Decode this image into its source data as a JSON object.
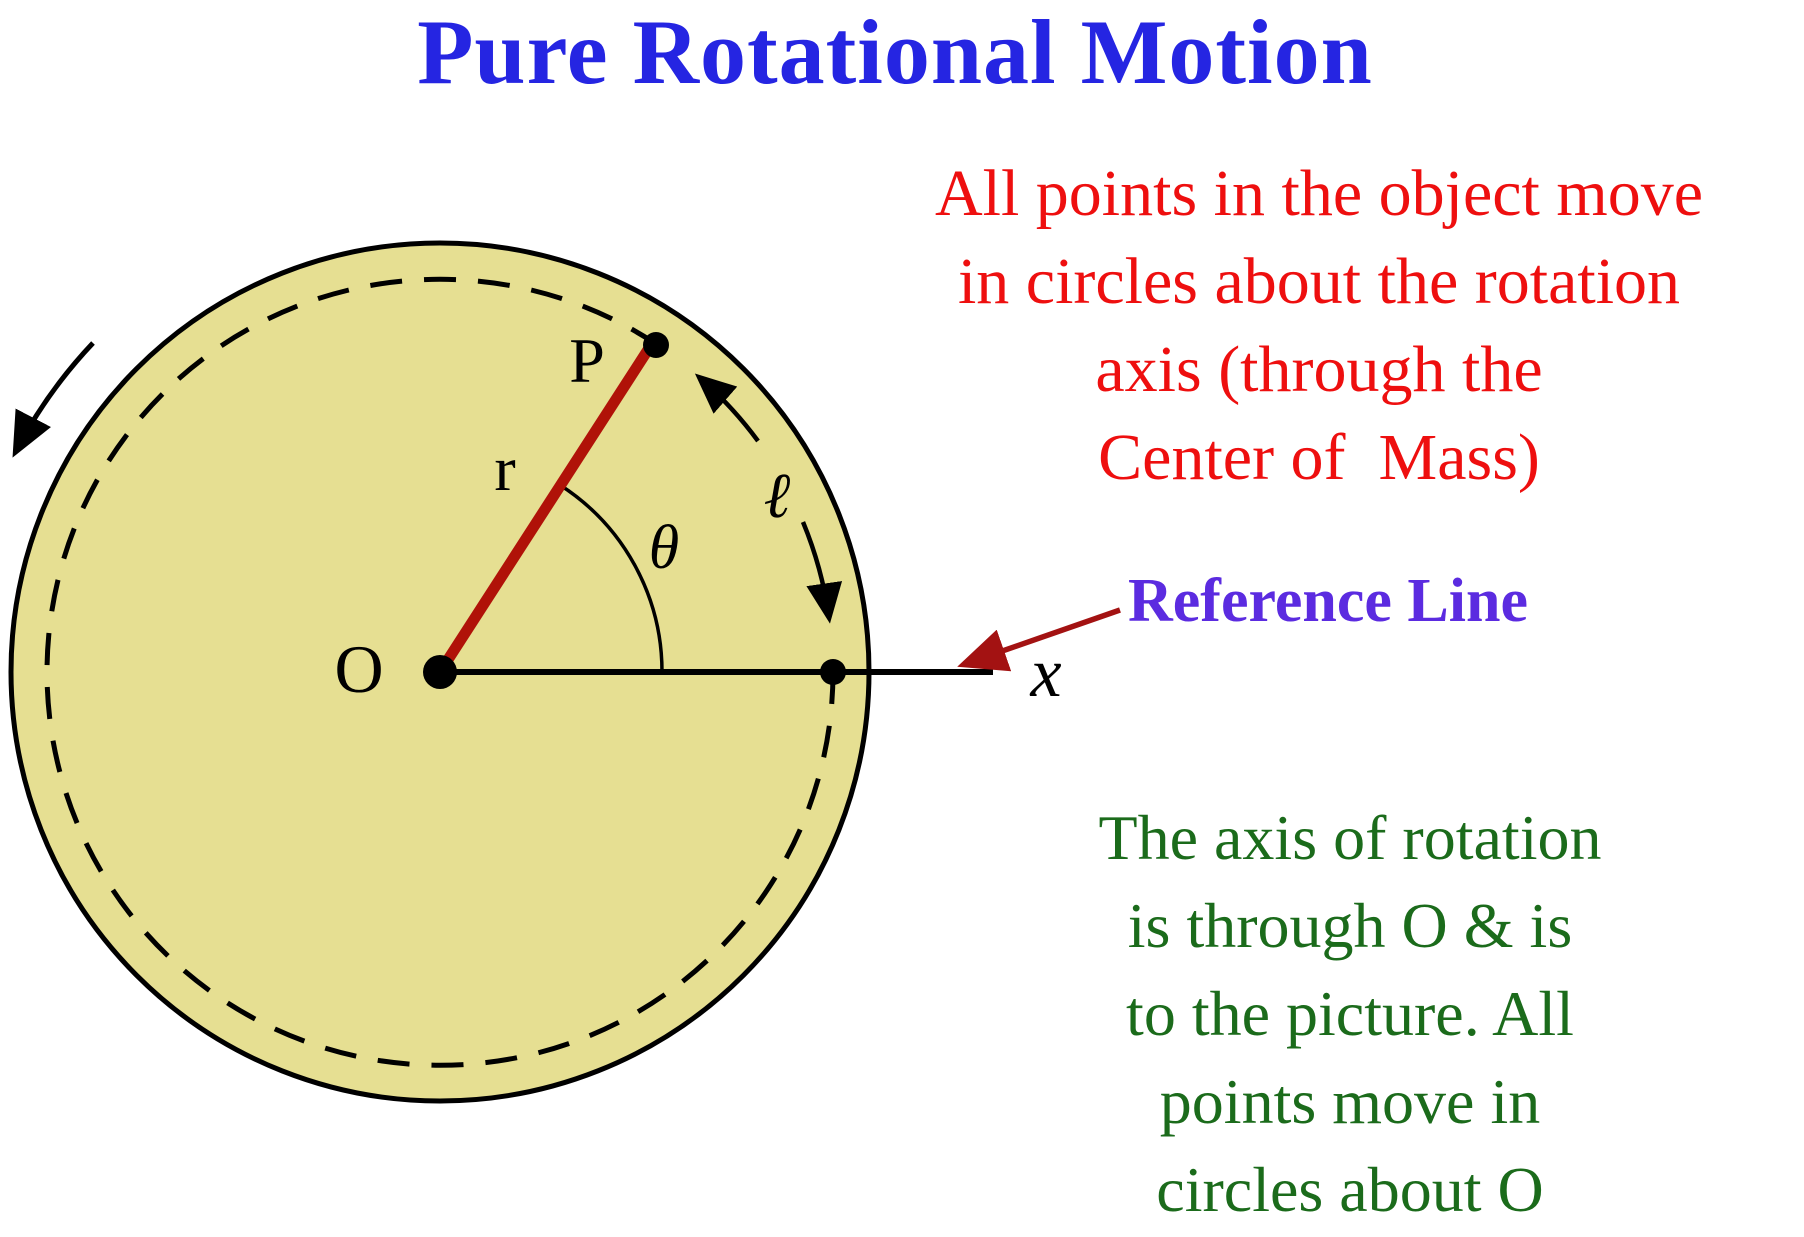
{
  "title": {
    "text": "Pure Rotational Motion",
    "color": "#2525e2"
  },
  "red_note": {
    "color": "#ee0f0f",
    "lines": [
      "All points in the object move",
      "in circles about the rotation",
      "axis (through the",
      "Center of  Mass)"
    ]
  },
  "reference_line": {
    "label": "Reference Line",
    "color": "#5b2be0",
    "pointer_arrow_color": "#a31212"
  },
  "green_note": {
    "color": "#1b6b1b",
    "lines": [
      "The axis of rotation",
      "is through O & is",
      "to the picture. All",
      "points move in",
      "circles about O"
    ]
  },
  "diagram": {
    "labels": {
      "origin": "O",
      "point": "P",
      "radius": "r",
      "angle": "θ",
      "arc_length": "ℓ",
      "x_axis": "x"
    },
    "colors": {
      "disk_fill": "#e6df92",
      "outline": "#000000",
      "radius_line": "#b01208",
      "pointer_arrow": "#a31212"
    }
  }
}
